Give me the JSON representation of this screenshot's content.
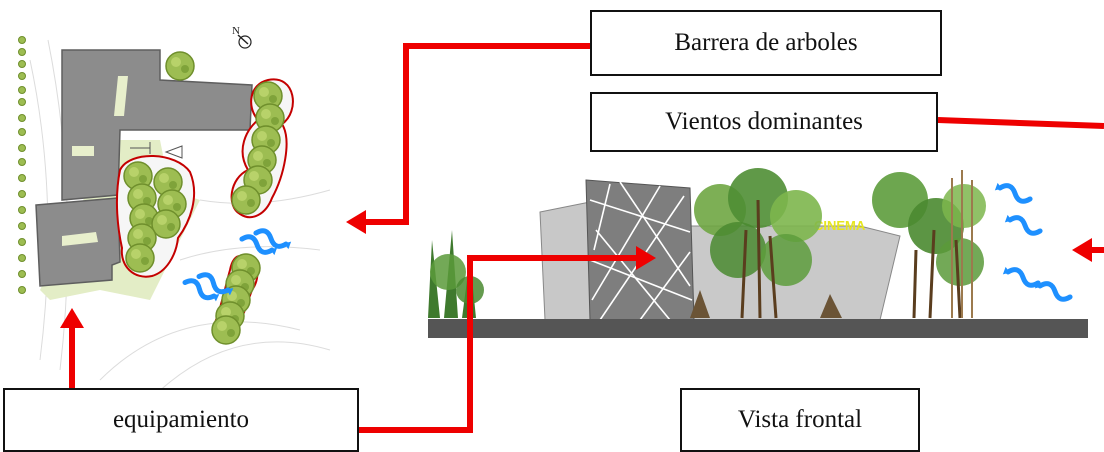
{
  "labels": {
    "tree_barrier": "Barrera de arboles",
    "dominant_winds": "Vientos dominantes",
    "equipment": "equipamiento",
    "front_view": "Vista frontal"
  },
  "north_marker": "N",
  "building_sign": "CINEMA",
  "colors": {
    "arrow": "#ee0000",
    "wind": "#1e90ff",
    "building": "#8c8c8c",
    "tree_fill": "#9dbd52",
    "tree_outline": "#c40000",
    "ground": "#555555"
  }
}
